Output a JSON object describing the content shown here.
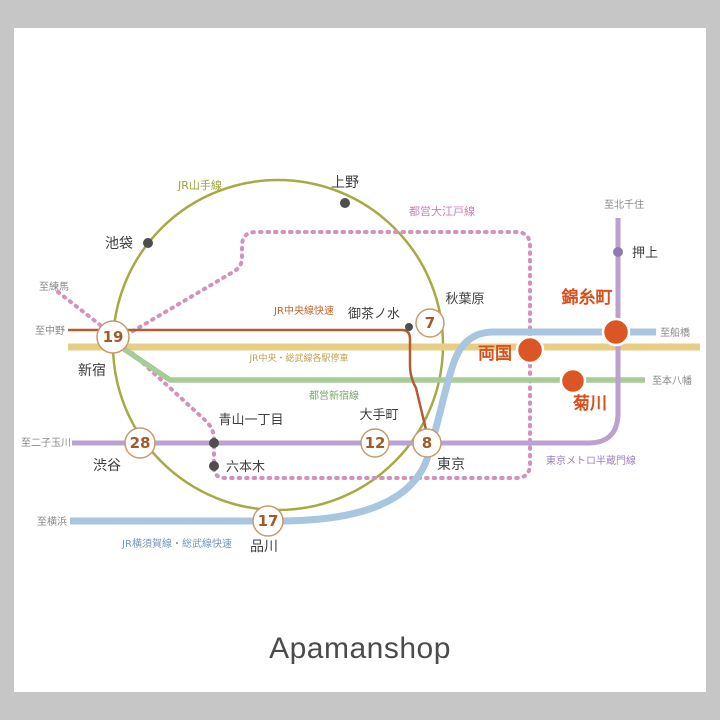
{
  "footer": {
    "brand": "Apamanshop"
  },
  "map": {
    "line_labels": {
      "yamanote": "JR山手線",
      "oedo": "都営大江戸線",
      "chuo_rapid": "JR中央線快速",
      "sobu_local": "JR中央・総武線各駅停車",
      "toei_shinjuku": "都営新宿線",
      "hanzomon": "東京メトロ半蔵門線",
      "yokosuka_sobu_rapid": "JR横須賀線・総武線快速"
    },
    "stations": {
      "ueno": "上野",
      "ikebukuro": "池袋",
      "shinjuku": "新宿",
      "shibuya": "渋谷",
      "shinagawa": "品川",
      "tokyo": "東京",
      "otemachi": "大手町",
      "aoyama_itchome": "青山一丁目",
      "roppongi": "六本木",
      "ochanomizu": "御茶ノ水",
      "akihabara": "秋葉原",
      "oshiage": "押上",
      "kinshicho": "錦糸町",
      "ryogoku": "両国",
      "kikukawa": "菊川"
    },
    "minutes": {
      "shinjuku": "19",
      "shibuya": "28",
      "shinagawa": "17",
      "otemachi": "12",
      "tokyo": "8",
      "akihabara": "7"
    },
    "directions": {
      "nerima": "至練馬",
      "nakano": "至中野",
      "futako_tamagawa": "至二子玉川",
      "yokohama": "至横浜",
      "kita_senju": "至北千住",
      "funabashi": "至船橋",
      "moto_yawata": "至本八幡"
    },
    "colors": {
      "yamanote": "#a6aa44",
      "oedo": "#d492bb",
      "chuo_rapid": "#b05c36",
      "sobu_local": "#e8cd84",
      "toei_shinjuku": "#a6cc98",
      "hanzomon": "#b9a2cf",
      "yokosuka_sobu_rapid": "#a8c6e0",
      "highlight_station": "#dc5524",
      "highlight_text": "#d8511d",
      "minutes_text": "#a05a2a"
    }
  }
}
